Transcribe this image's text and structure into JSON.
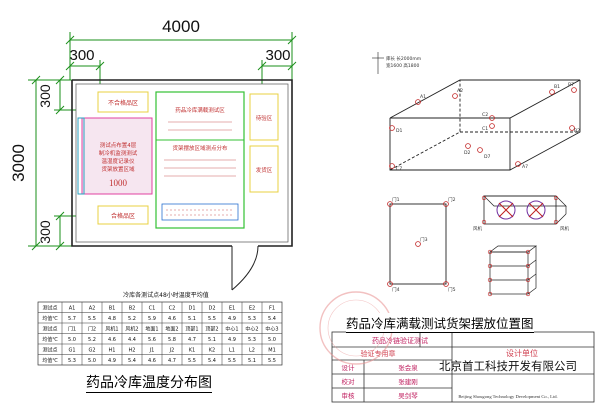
{
  "dims": {
    "width_total": "4000",
    "height_total": "3000",
    "top_left_300": "300",
    "top_right_300": "300",
    "left_upper_300": "300",
    "left_lower_300": "300"
  },
  "floor_plan": {
    "area_unqualified": "不合格品区",
    "area_qualified": "合格品区",
    "area_pending": "待验区",
    "area_shipping": "发货区",
    "area_center_top": "药品冷库满载测试区",
    "area_center_mid": "货架摆放区域测点分布",
    "area_pink_line1": "测试点布置4层",
    "area_pink_line2": "制冷机监测测试",
    "area_pink_line3": "温湿度记录仪",
    "area_pink_line4": "货架放置区域",
    "area_pink_number": "1000"
  },
  "table": {
    "title": "冷库各测试点48小时温度平均值",
    "rows": [
      [
        "测试点",
        "A1",
        "A2",
        "B1",
        "B2",
        "C1",
        "C2",
        "D1",
        "D2",
        "E1",
        "E2",
        "F1"
      ],
      [
        "均值℃",
        "5.7",
        "5.5",
        "4.8",
        "5.2",
        "5.9",
        "4.6",
        "5.1",
        "5.5",
        "4.9",
        "5.3",
        "5.4"
      ],
      [
        "测试点",
        "门1",
        "门2",
        "风机1",
        "风机2",
        "地面1",
        "地面2",
        "顶部1",
        "顶部2",
        "中心1",
        "中心2",
        "中心3"
      ],
      [
        "均值℃",
        "5.0",
        "5.2",
        "4.6",
        "4.4",
        "5.6",
        "5.8",
        "4.7",
        "5.1",
        "4.9",
        "5.3",
        "5.0"
      ],
      [
        "测试点",
        "G1",
        "G2",
        "H1",
        "H2",
        "J1",
        "J2",
        "K1",
        "K2",
        "L1",
        "L2",
        "M1"
      ],
      [
        "均值℃",
        "5.3",
        "5.0",
        "4.9",
        "5.4",
        "4.6",
        "4.7",
        "5.5",
        "5.4",
        "5.5",
        "5.1",
        "5.5"
      ]
    ]
  },
  "caption_left": "药品冷库温度分布图",
  "caption_right": "药品冷库满载测试货架摆放位置图",
  "box3d": {
    "note_line1": "库长 长2000mm",
    "note_line2": "宽1600 高1800",
    "labels": [
      "A1",
      "B1",
      "C1",
      "D1",
      "A2",
      "B2",
      "C2",
      "D2",
      "A7",
      "C7",
      "D7",
      "B7"
    ]
  },
  "plan_small": {
    "labels": [
      "门1",
      "门2",
      "门3",
      "门4",
      "门5"
    ]
  },
  "fans": {
    "left_label": "风机",
    "right_label": "风机"
  },
  "title_block": {
    "company": "北京首工科技开发有限公司",
    "company_en": "Beijing Shougong Technology Development Co., Ltd.",
    "row1": "药品冷链验证测试",
    "row2_label": "设计单位",
    "stamp": "验证专用章",
    "labels": [
      "设计",
      "校对",
      "审核"
    ],
    "values": [
      "张会泉",
      "张建刚",
      "吴剑琴"
    ]
  }
}
